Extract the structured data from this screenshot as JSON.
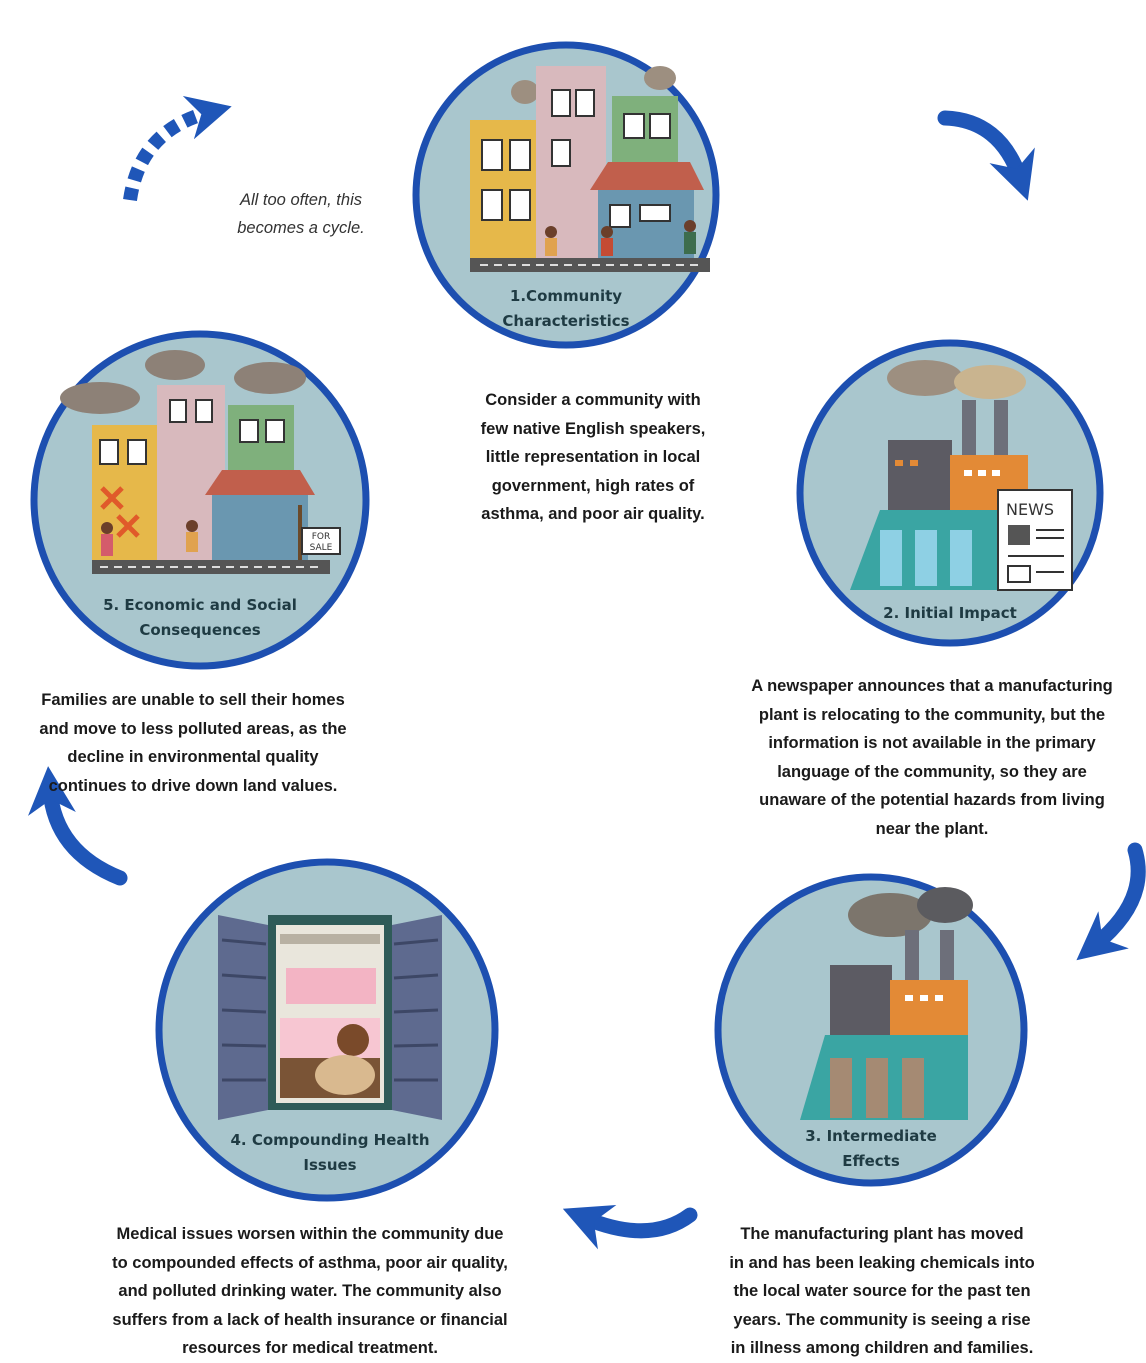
{
  "colors": {
    "ring": "#1d4fb0",
    "circle_fill": "#a9c6cd",
    "arrow": "#1f56b8",
    "label_text": "#1f3b43",
    "body_text": "#1a1a1a"
  },
  "cycle_note": [
    "All too often, this",
    "becomes a cycle."
  ],
  "steps": [
    {
      "title": [
        "1.Community",
        "Characteristics"
      ],
      "icon": "town-buildings-illustration",
      "description": [
        "Consider a community with",
        "few native English speakers,",
        "little representation in local",
        "government, high rates of",
        "asthma, and poor air quality."
      ]
    },
    {
      "title": [
        "2. Initial Impact"
      ],
      "icon": "factory-news-illustration",
      "newspaper_label": "NEWS",
      "description": [
        "A newspaper announces that a manufacturing",
        "plant is relocating to the community, but the",
        "information is not available in the primary",
        "language of the community, so they are",
        "unaware of the potential hazards from living",
        "near the plant."
      ]
    },
    {
      "title": [
        "3. Intermediate",
        "Effects"
      ],
      "icon": "polluting-factory-illustration",
      "description": [
        "The manufacturing plant has moved",
        "in and has been leaking chemicals into",
        "the local water source for the past ten",
        "years. The community is seeing a rise",
        "in illness among children and families."
      ]
    },
    {
      "title": [
        "4. Compounding Health",
        "Issues"
      ],
      "icon": "sick-person-window-illustration",
      "description": [
        "Medical issues worsen within the community due",
        "to compounded effects of asthma, poor air quality,",
        "and polluted drinking water. The community also",
        "suffers from a lack of health insurance or financial",
        "resources for medical treatment."
      ]
    },
    {
      "title": [
        "5. Economic and Social",
        "Consequences"
      ],
      "icon": "polluted-town-for-sale-illustration",
      "sign_label": [
        "FOR",
        "SALE"
      ],
      "description": [
        "Families are unable to sell their homes",
        "and move to less polluted areas, as the",
        "decline in environmental quality",
        "continues to drive down land values."
      ]
    }
  ]
}
